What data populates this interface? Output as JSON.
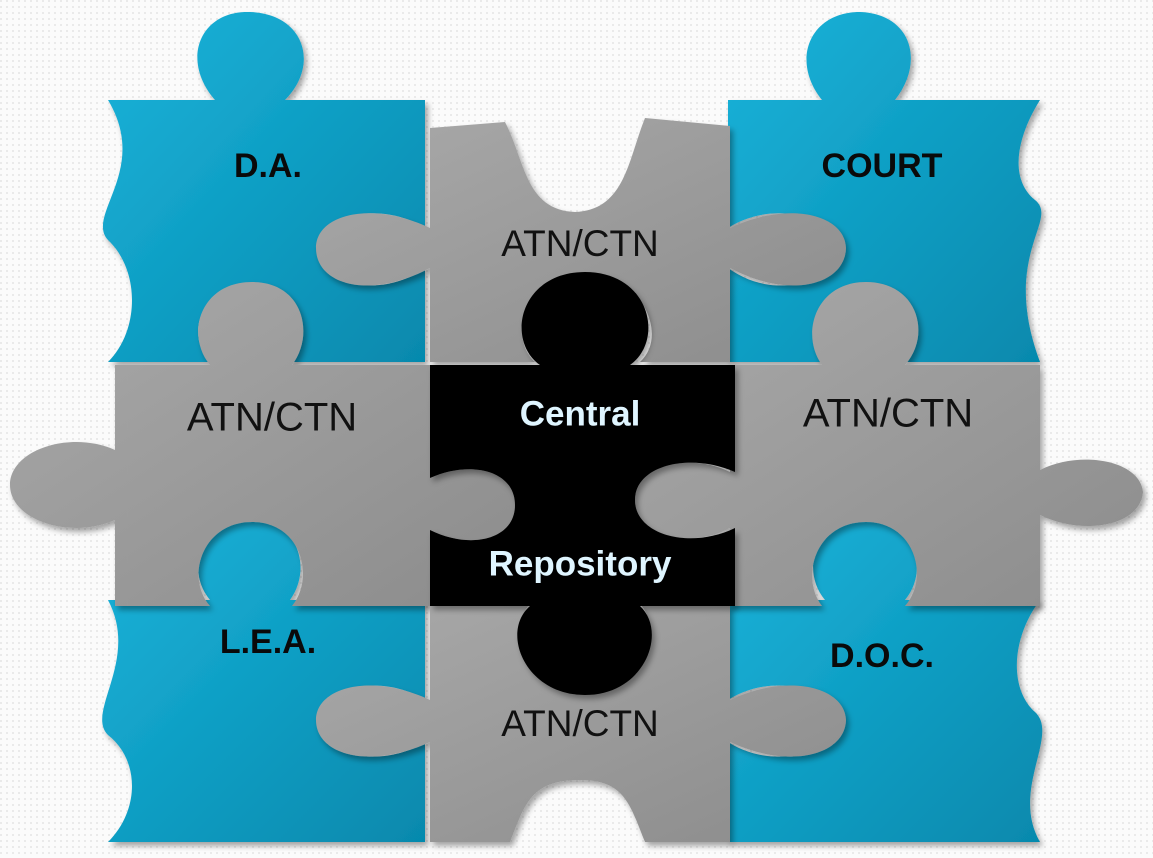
{
  "colors": {
    "agency_piece": "#0898bd",
    "link_piece": "#9a9a9a",
    "center_piece": "#000000",
    "center_text": "#dff5ff"
  },
  "pieces": {
    "top_left": {
      "label": "D.A."
    },
    "top_right": {
      "label": "COURT"
    },
    "bottom_left": {
      "label": "L.E.A."
    },
    "bottom_right": {
      "label": "D.O.C."
    },
    "top_center": {
      "label": "ATN/CTN"
    },
    "left_middle": {
      "label": "ATN/CTN"
    },
    "right_middle": {
      "label": "ATN/CTN"
    },
    "bottom_center": {
      "label": "ATN/CTN"
    },
    "center": {
      "label_line1": "Central",
      "label_line2": "Repository"
    }
  }
}
